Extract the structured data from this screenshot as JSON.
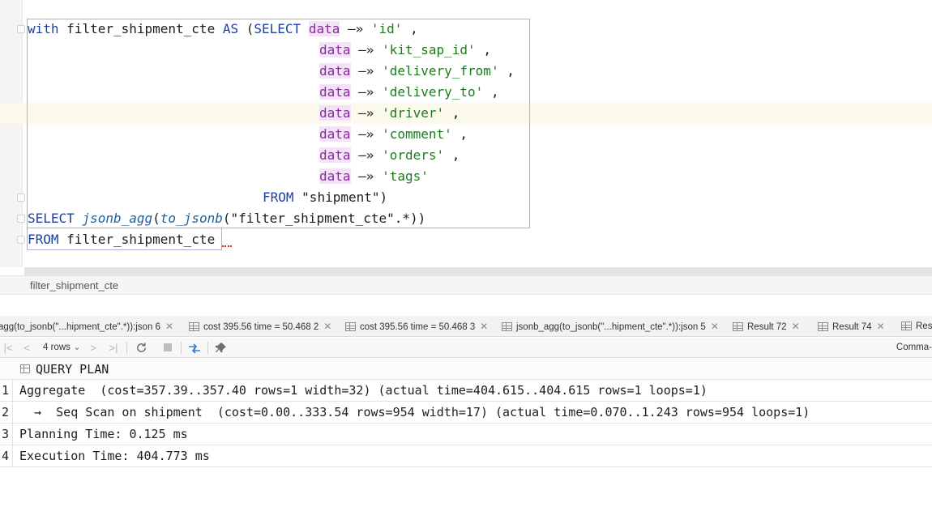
{
  "editor": {
    "lines": [
      {
        "text": "with filter_shipment_cte AS (SELECT data —» 'id' ,"
      },
      {
        "text": "data —» 'kit_sap_id' ,"
      },
      {
        "text": "data —» 'delivery_from' ,"
      },
      {
        "text": "data —» 'delivery_to' ,"
      },
      {
        "text": "data —» 'driver' ,"
      },
      {
        "text": "data —» 'comment' ,"
      },
      {
        "text": "data —» 'orders' ,"
      },
      {
        "text": "data —» 'tags'"
      },
      {
        "text": "FROM \"shipment\")"
      },
      {
        "text": "SELECT jsonb_agg(to_jsonb(\"filter_shipment_cte\".*))"
      },
      {
        "text": "FROM filter_shipment_cte"
      }
    ],
    "tokens": {
      "with": "with",
      "cte_name": "filter_shipment_cte",
      "as": "AS",
      "open_paren": "(",
      "select": "SELECT",
      "data": "data",
      "arrow": "—»",
      "comma": ",",
      "keys": [
        "'id'",
        "'kit_sap_id'",
        "'delivery_from'",
        "'delivery_to'",
        "'driver'",
        "'comment'",
        "'orders'",
        "'tags'"
      ],
      "from": "FROM",
      "table": "\"shipment\")",
      "jsonb_agg": "jsonb_agg",
      "to_jsonb": "to_jsonb",
      "paren": "(",
      "args": "(\"filter_shipment_cte\".*))"
    }
  },
  "breadcrumb": "filter_shipment_cte",
  "result_tabs": [
    {
      "label": "agg(to_jsonb(\"...hipment_cte\".*)):json 6"
    },
    {
      "label": "cost 395.56 time = 50.468 2"
    },
    {
      "label": "cost 395.56 time = 50.468 3"
    },
    {
      "label": "jsonb_agg(to_jsonb(\"...hipment_cte\".*)):json 5"
    },
    {
      "label": "Result 72"
    },
    {
      "label": "Result 74"
    },
    {
      "label": "Resu"
    }
  ],
  "toolbar": {
    "rows_label": "4 rows",
    "first_icon": "|<",
    "prev_icon": "<",
    "next_icon": ">",
    "last_icon": ">|",
    "reload_icon": "reload-icon",
    "stop_icon": "stop-icon",
    "compare_icon": "compare-icon",
    "pin_icon": "pin-icon",
    "export_label": "Comma-"
  },
  "grid": {
    "column_header": "QUERY PLAN",
    "rows": [
      {
        "num": "1",
        "value": "Aggregate  (cost=357.39..357.40 rows=1 width=32) (actual time=404.615..404.615 rows=1 loops=1)"
      },
      {
        "num": "2",
        "value": "  →  Seq Scan on shipment  (cost=0.00..333.54 rows=954 width=17) (actual time=0.070..1.243 rows=954 loops=1)"
      },
      {
        "num": "3",
        "value": "Planning Time: 0.125 ms"
      },
      {
        "num": "4",
        "value": "Execution Time: 404.773 ms"
      }
    ]
  },
  "colors": {
    "keyword": "#1f3f9f",
    "string": "#1f7a1f",
    "identifier": "#872b9a",
    "selection_border": "#b9a9db"
  }
}
